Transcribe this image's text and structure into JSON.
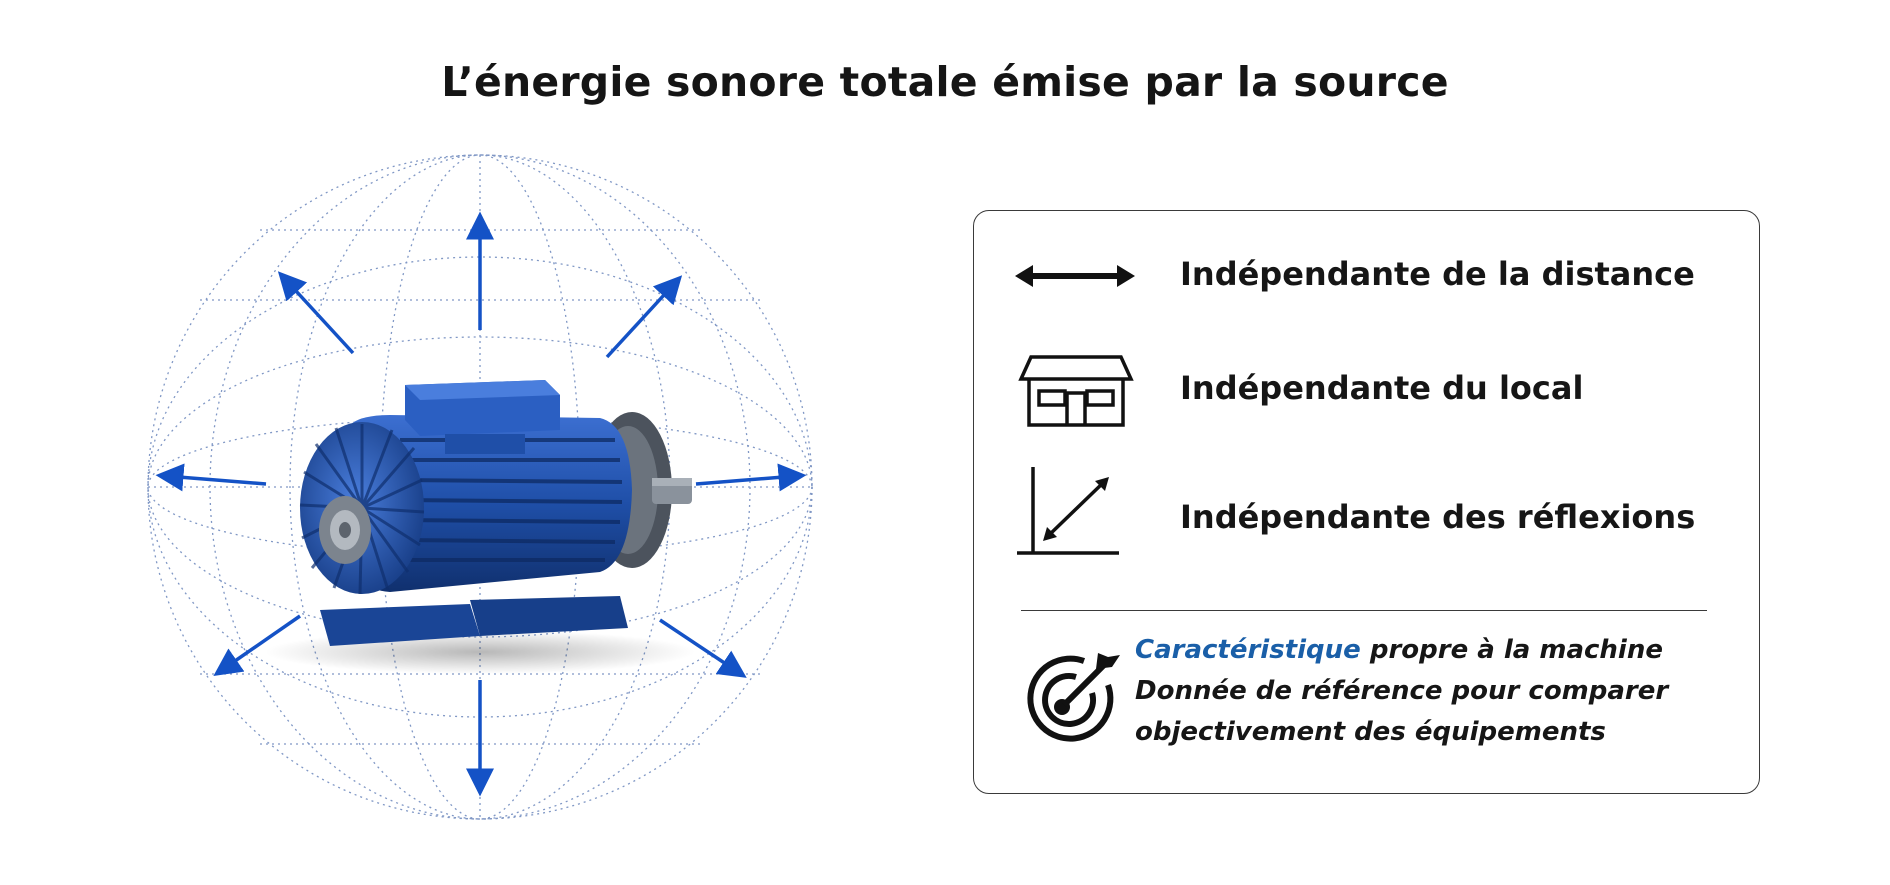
{
  "title": "L’énergie sonore totale émise par la source",
  "properties": [
    {
      "icon": "double-arrow-icon",
      "label": "Indépendante de la distance"
    },
    {
      "icon": "house-icon",
      "label": "Indépendante du local"
    },
    {
      "icon": "reflection-graph-icon",
      "label": "Indépendante des réflexions"
    }
  ],
  "note": {
    "icon": "target-icon",
    "keyword": "Caractéristique",
    "line1_rest": "propre à la machine",
    "line2": "Donnée de référence pour comparer",
    "line3": "objectivement des équipements"
  },
  "illustration": {
    "subject": "electric-motor",
    "radiation_arrows": 8
  },
  "colors": {
    "accent_blue": "#1a5fa8",
    "arrow_blue": "#1452c6",
    "motor_blue": "#1f4fa8",
    "text": "#161616",
    "grid_dots": "#6a86bb"
  }
}
